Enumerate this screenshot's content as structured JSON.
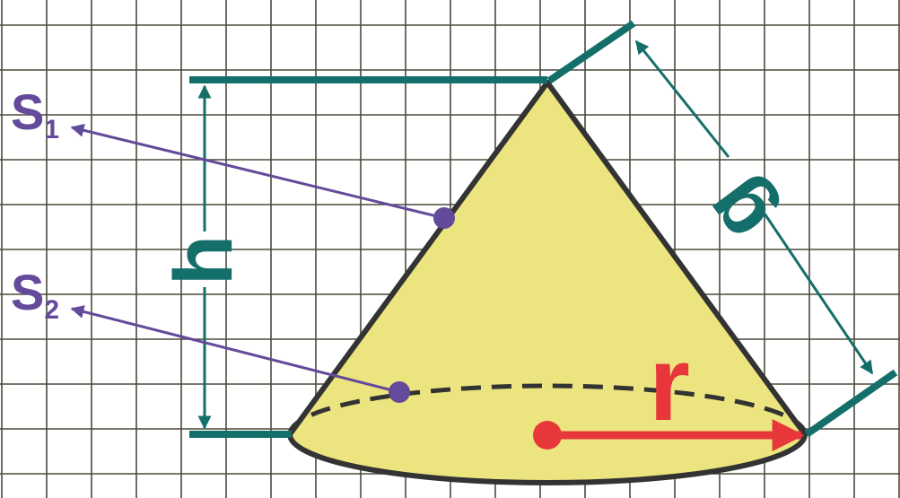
{
  "labels": {
    "s1_letter": "S",
    "s1_sub": "1",
    "s2_letter": "S",
    "s2_sub": "2",
    "height": "h",
    "slant": "g",
    "radius": "r"
  },
  "colors": {
    "background": "#ffffff",
    "grid": "#4a4a3c",
    "cone_fill": "#ece57f",
    "outline": "#333333",
    "teal": "#146e6a",
    "purple": "#634a9a",
    "red": "#e8373a"
  }
}
